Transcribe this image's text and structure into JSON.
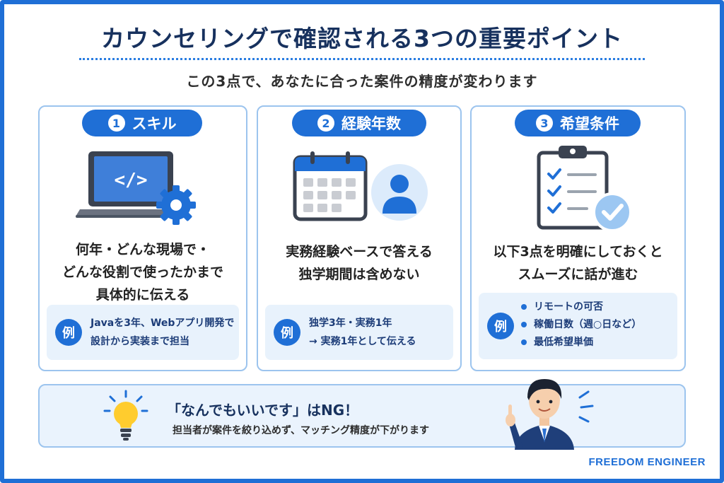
{
  "title": "カウンセリングで確認される3つの重要ポイント",
  "subtitle": "この3点で、あなたに合った案件の精度が変わります",
  "cards": [
    {
      "number": "1",
      "label": "スキル",
      "icon": "laptop-code-icon",
      "description": [
        "何年・どんな現場で・",
        "どんな役割で使ったかまで",
        "具体的に伝える"
      ],
      "example_badge": "例",
      "example_lines": [
        "Javaを3年、Webアプリ開発で",
        "設計から実装まで担当"
      ]
    },
    {
      "number": "2",
      "label": "経験年数",
      "icon": "calendar-person-icon",
      "description": [
        "実務経験ベースで答える",
        "独学期間は含めない"
      ],
      "example_badge": "例",
      "example_lines": [
        "独学3年・実務1年",
        "→ 実務1年として伝える"
      ]
    },
    {
      "number": "3",
      "label": "希望条件",
      "icon": "clipboard-check-icon",
      "description": [
        "以下3点を明確にしておくと",
        "スムーズに話が進む"
      ],
      "example_badge": "例",
      "example_lines": [
        "リモートの可否",
        "稼働日数（週○日など）",
        "最低希望単価"
      ]
    }
  ],
  "bottom": {
    "icon": "lightbulb-icon",
    "headline": "「なんでもいいです」はNG！",
    "message": "担当者が案件を絞り込めず、マッチング精度が下がります",
    "person_icon": "pointing-man-icon"
  },
  "brand": "FREEDOM ENGINEER",
  "colors": {
    "accent": "#1f6fd6",
    "title": "#17315e",
    "card_border": "#9cc4ee",
    "example_bg": "#e8f2fc"
  }
}
